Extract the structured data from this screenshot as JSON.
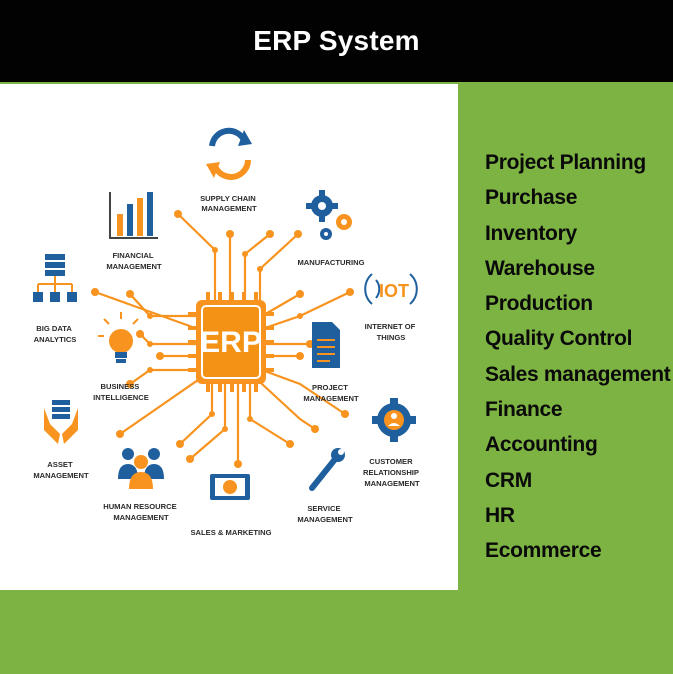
{
  "header": {
    "title": "ERP System"
  },
  "diagram": {
    "hub_label": "ERP",
    "nodes": [
      {
        "id": "supply-chain",
        "lines": [
          "SUPPLY CHAIN",
          "MANAGEMENT"
        ]
      },
      {
        "id": "financial",
        "lines": [
          "FINANCIAL",
          "MANAGEMENT"
        ]
      },
      {
        "id": "manufacturing",
        "lines": [
          "MANUFACTURING"
        ]
      },
      {
        "id": "big-data",
        "lines": [
          "BIG DATA",
          "ANALYTICS"
        ]
      },
      {
        "id": "iot",
        "lines": [
          "INTERNET OF",
          "THINGS"
        ]
      },
      {
        "id": "business-intelligence",
        "lines": [
          "BUSINESS",
          "INTELLIGENCE"
        ]
      },
      {
        "id": "project",
        "lines": [
          "PROJECT",
          "MANAGEMENT"
        ]
      },
      {
        "id": "asset",
        "lines": [
          "ASSET",
          "MANAGEMENT"
        ]
      },
      {
        "id": "crm",
        "lines": [
          "CUSTOMER",
          "RELATIONSHIP",
          "MANAGEMENT"
        ]
      },
      {
        "id": "human-resource",
        "lines": [
          "HUMAN RESOURCE",
          "MANAGEMENT"
        ]
      },
      {
        "id": "service",
        "lines": [
          "SERVICE",
          "MANAGEMENT"
        ]
      },
      {
        "id": "sales-marketing",
        "lines": [
          "SALES & MARKETING"
        ]
      }
    ],
    "iot_icon_text": "IOT"
  },
  "modules": [
    "Project Planning",
    "Purchase",
    "Inventory",
    "Warehouse",
    "Production",
    "Quality Control",
    "Sales management",
    "Finance",
    "Accounting",
    "CRM",
    "HR",
    "Ecommerce"
  ],
  "colors": {
    "orange": "#f7931e",
    "blue": "#1f5f9e",
    "green": "#7db343",
    "black": "#020202"
  }
}
